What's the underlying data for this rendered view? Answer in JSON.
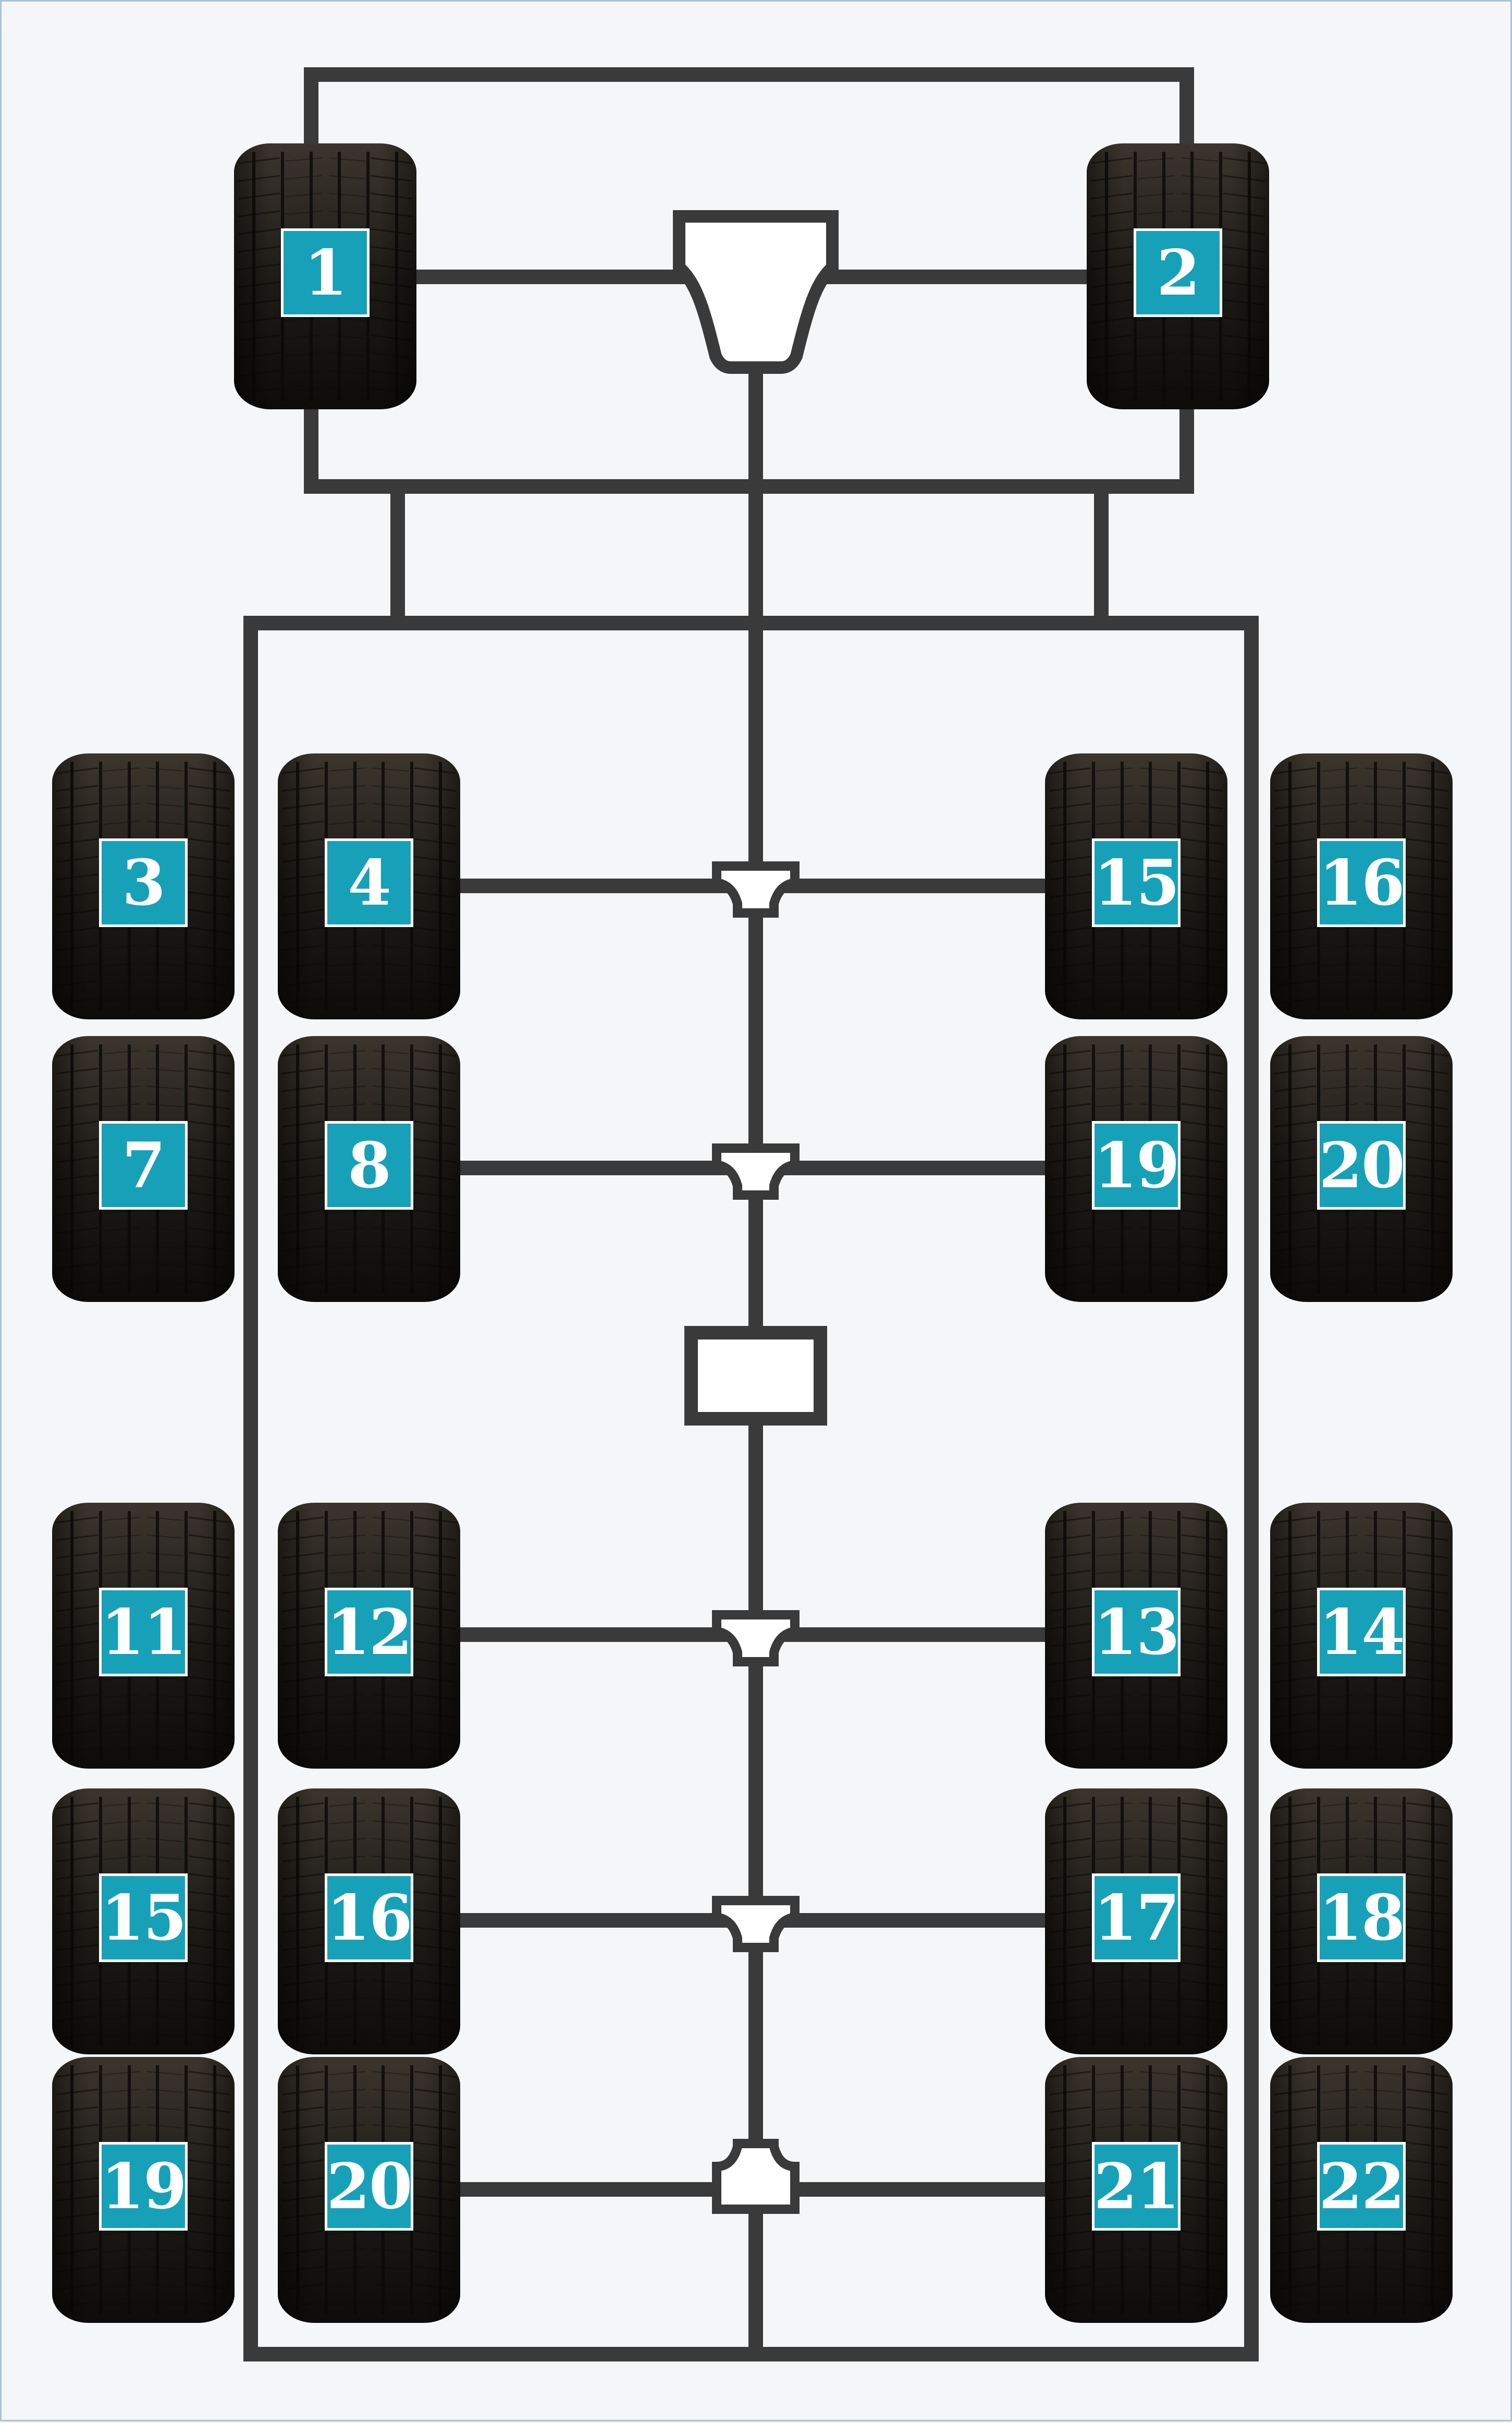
{
  "colors": {
    "background": "#f4f6f8",
    "frame": "#3a3a3a",
    "badge": "#17a1b8",
    "badge_text": "#ffffff",
    "tire": "#1e1b17"
  },
  "diagram": {
    "kind": "vehicle-axle-tire-layout",
    "tires": [
      {
        "id": "1"
      },
      {
        "id": "2"
      },
      {
        "id": "3"
      },
      {
        "id": "4"
      },
      {
        "id": "15"
      },
      {
        "id": "16"
      },
      {
        "id": "7"
      },
      {
        "id": "8"
      },
      {
        "id": "19"
      },
      {
        "id": "20"
      },
      {
        "id": "11"
      },
      {
        "id": "12"
      },
      {
        "id": "13"
      },
      {
        "id": "14"
      },
      {
        "id": "15"
      },
      {
        "id": "16"
      },
      {
        "id": "17"
      },
      {
        "id": "18"
      },
      {
        "id": "19"
      },
      {
        "id": "20"
      },
      {
        "id": "21"
      },
      {
        "id": "22"
      }
    ]
  }
}
